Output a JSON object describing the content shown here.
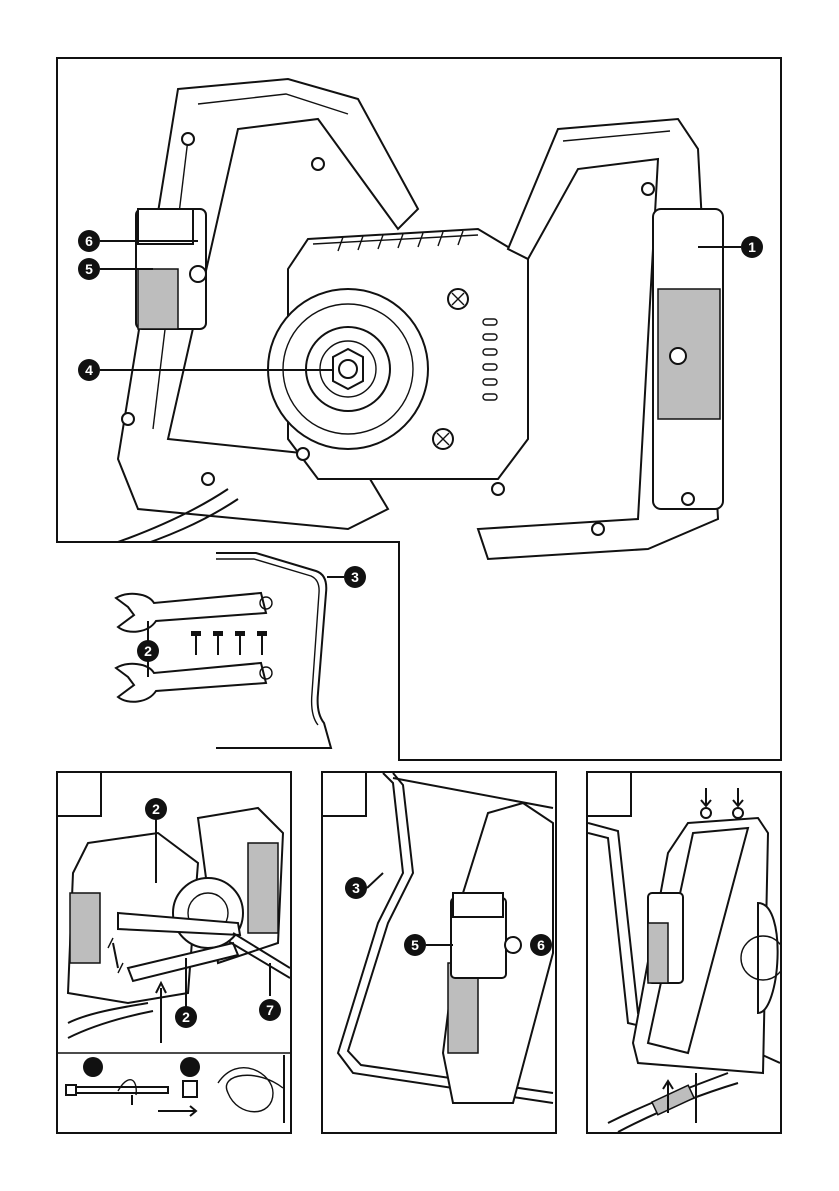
{
  "callouts": {
    "main": [
      "1",
      "6",
      "5",
      "4"
    ],
    "accessories": [
      "3",
      "2"
    ],
    "panel_a": [
      "2",
      "2",
      "7"
    ],
    "panel_b": [
      "3",
      "5",
      "6"
    ]
  },
  "colors": {
    "ink": "#111111",
    "paper": "#ffffff",
    "grip": "#bdbdbd"
  },
  "icons": {
    "main": "hand-mixer-drawing",
    "accessories": "wrench-screws-stirrer-drawing",
    "panel_a": "spindle-wrench-assembly-drawing",
    "panel_b": "stirrer-storage-drawing",
    "panel_c": "handle-screw-assembly-drawing"
  }
}
